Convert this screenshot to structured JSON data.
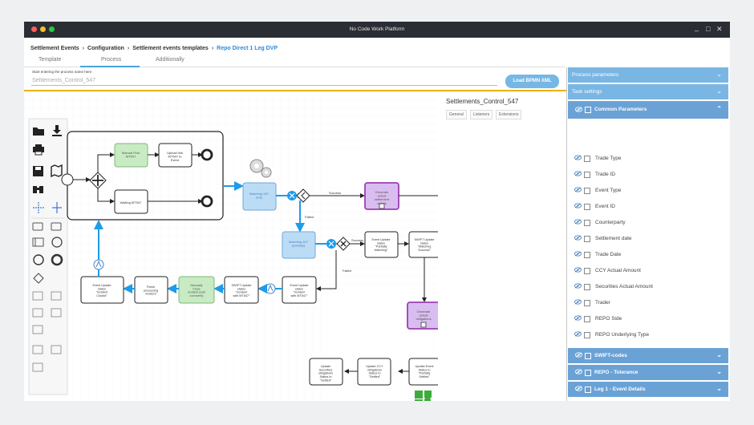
{
  "window": {
    "title": "No Code Work Platform",
    "minimize": "_",
    "maximize": "□",
    "close": "✕"
  },
  "breadcrumbs": [
    "Settlement Events",
    "Configuration",
    "Settlement events templates",
    "Repo Direct 1 Leg DVP"
  ],
  "tabs": [
    "Template",
    "Process",
    "Additionally"
  ],
  "active_tab": "Process",
  "process_name": {
    "label": "Start entering the process name here",
    "value": "Settlements_Control_547"
  },
  "load_button": "Load BPMN XML",
  "properties": {
    "title": "Settlements_Control_547",
    "tabs": [
      "General",
      "Listeners",
      "Extensions"
    ]
  },
  "right_panel": {
    "sections_top": [
      "Process parameters",
      "Task settings"
    ],
    "common": {
      "title": "Common Parameters",
      "params": [
        "Trade Type",
        "Trade ID",
        "Event Type",
        "Event ID",
        "Counterparty",
        "Settlement date",
        "Trade Date",
        "CCY Actual Amount",
        "Securities Actual Amount",
        "Trader",
        "REPO Side",
        "REPO Underlying Type"
      ]
    },
    "sections_bottom": [
      "SWIFT-codes",
      "REPO - Tolerance",
      "Leg 1 - Event Details"
    ]
  },
  "diagram": {
    "tasks": {
      "manual_find": "Manual Find MT547",
      "upload_link": "Upload link MT547 to Event",
      "waiting": "Waiting MT547",
      "matching_full": "Matching 547 (full)",
      "generate_details": "Generate actual settlement details",
      "matching_partial": "Matching 547 (partially)",
      "event_partially_matching": "Event Update status \"Partially Matching\"",
      "swift_matching_success": "SWIFT Update status \"Matching Success\"",
      "generate_obligations": "Generate actual obligations",
      "event_incident_closed": "Event Update status \"Incident Closed\"",
      "finish_incident": "Finish processing incident",
      "manually_close": "Manually Close incident (add comment)",
      "swift_incident": "SWIFT Update status \"Incident with MT547\"",
      "event_incident": "Event Update status \"Incident with MT547\"",
      "update_securities_settled": "Update Securities obligations Status to \"Settled\"",
      "update_ccy_settled": "Update CCY obligations Status to \"Settled\"",
      "update_event_partially_settled": "Update Event Status to \"Partially Settled\""
    },
    "flow_labels": {
      "success1": "Success",
      "failed1": "Failed",
      "success2": "Success",
      "failed2": "Failed"
    }
  },
  "colors": {
    "accent": "#2f8bd8",
    "panel_header": "#7ab6e3",
    "panel_header_dark": "#6aa2d6",
    "selected_flow": "#1e9be9",
    "manual_task": "#c8ebc3",
    "service_task_blue": "#bcdcf6",
    "subprocess_purple": "#d9bdf0",
    "orange_bar": "#e8b100"
  }
}
